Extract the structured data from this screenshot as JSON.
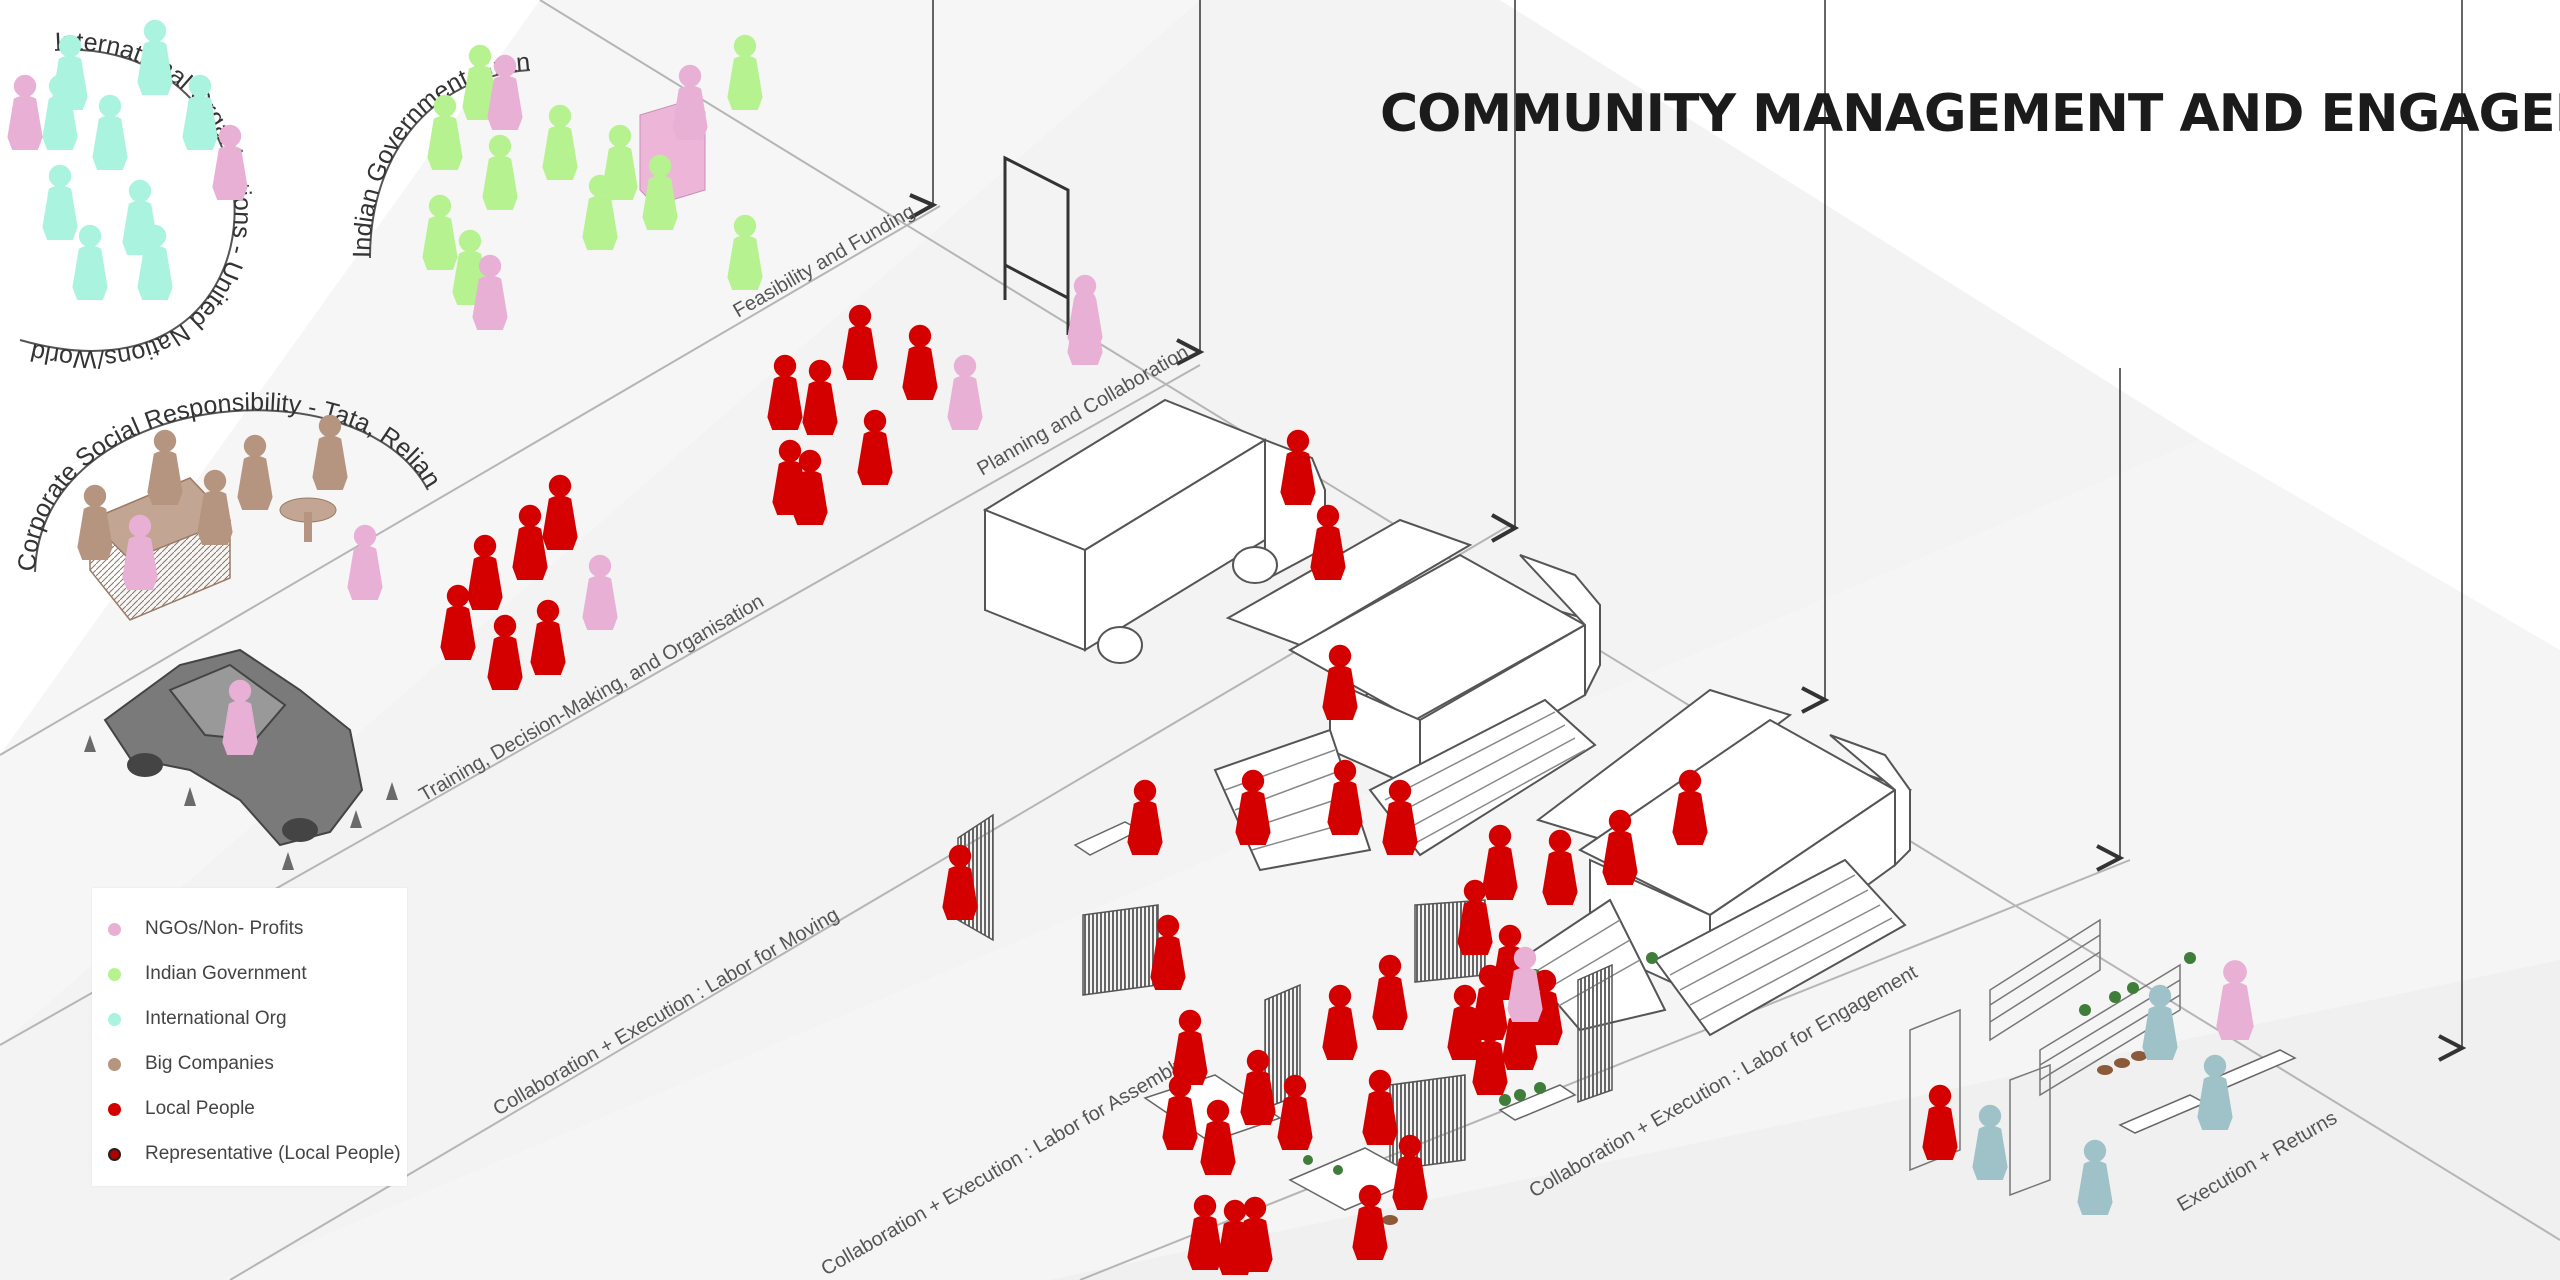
{
  "title": "COMMUNITY MANAGEMENT AND ENGAGEMENT",
  "stages": [
    {
      "id": "feasibility",
      "label": "Feasibility and Funding"
    },
    {
      "id": "planning",
      "label": "Planning and Collaboration"
    },
    {
      "id": "training",
      "label": "Training, Decision-Making, and  Organisation"
    },
    {
      "id": "moving",
      "label": "Collaboration + Execution : Labor for Moving"
    },
    {
      "id": "assembly",
      "label": "Collaboration + Execution : Labor for Assembly"
    },
    {
      "id": "engagement",
      "label": "Collaboration + Execution : Labor for Engagement"
    },
    {
      "id": "returns",
      "label": "Execution + Returns"
    }
  ],
  "funding_groups": [
    {
      "id": "intl",
      "label": "International Organisations - United Nations/World Bank"
    },
    {
      "id": "govt",
      "label": "Indian Government Grants"
    },
    {
      "id": "csr",
      "label": "Corporate Social Responsibility - Tata, Reliance,"
    }
  ],
  "legend": [
    {
      "label": "NGOs/Non- Profits",
      "color": "#e9b0d6",
      "outlined": false
    },
    {
      "label": "Indian Government",
      "color": "#b6f28f",
      "outlined": false
    },
    {
      "label": "International Org",
      "color": "#a9f3df",
      "outlined": false
    },
    {
      "label": "Big Companies",
      "color": "#b69580",
      "outlined": false
    },
    {
      "label": "Local People",
      "color": "#d40000",
      "outlined": false
    },
    {
      "label": "Representative (Local People)",
      "color": "#b00000",
      "outlined": true
    }
  ],
  "colors": {
    "ngo": "#e9b0d6",
    "government": "#b6f28f",
    "international": "#a9f3df",
    "companies": "#b69580",
    "local": "#d40000",
    "visitor": "#9fc2c8",
    "ground": "#f4f4f4",
    "lines": "#b5b5b5",
    "vehicle": "#6e6e6e"
  }
}
